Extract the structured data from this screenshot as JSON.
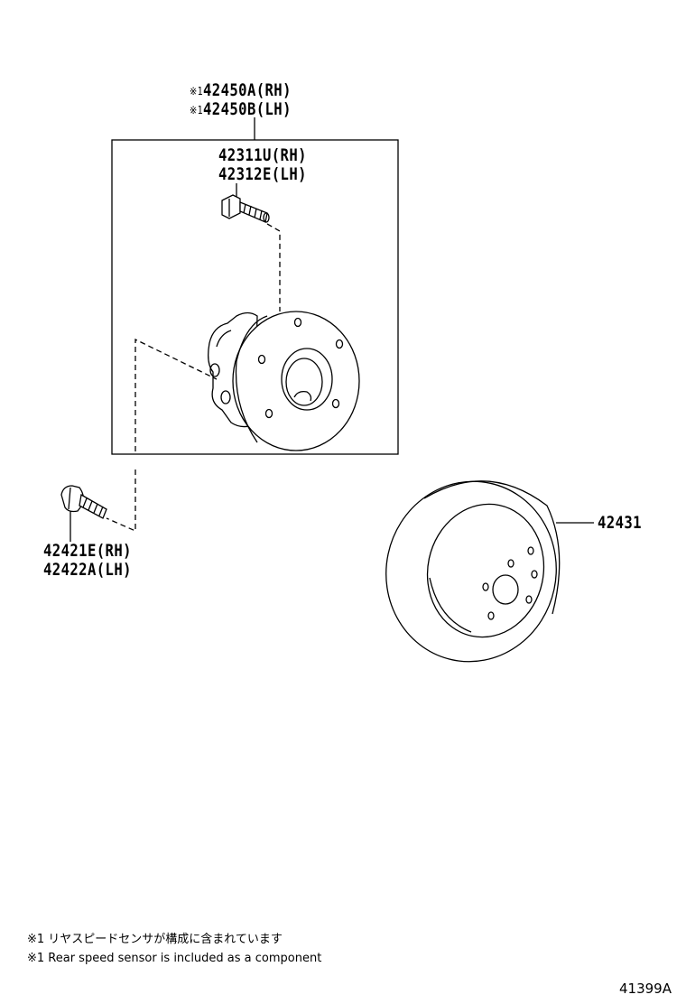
{
  "callouts": {
    "hub_assembly": {
      "mark": "※1",
      "rh": "42450A(RH)",
      "lh": "42450B(LH)"
    },
    "hub_bolt": {
      "rh": "42311U(RH)",
      "lh": "42312E(LH)"
    },
    "mount_bolt": {
      "rh": "42421E(RH)",
      "lh": "42422A(LH)"
    },
    "disc": {
      "part": "42431"
    }
  },
  "notes": {
    "japanese": "※1 リヤスピードセンサが構成に含まれています",
    "english": "※1 Rear speed sensor is included as a component"
  },
  "illustration_number": "41399A"
}
